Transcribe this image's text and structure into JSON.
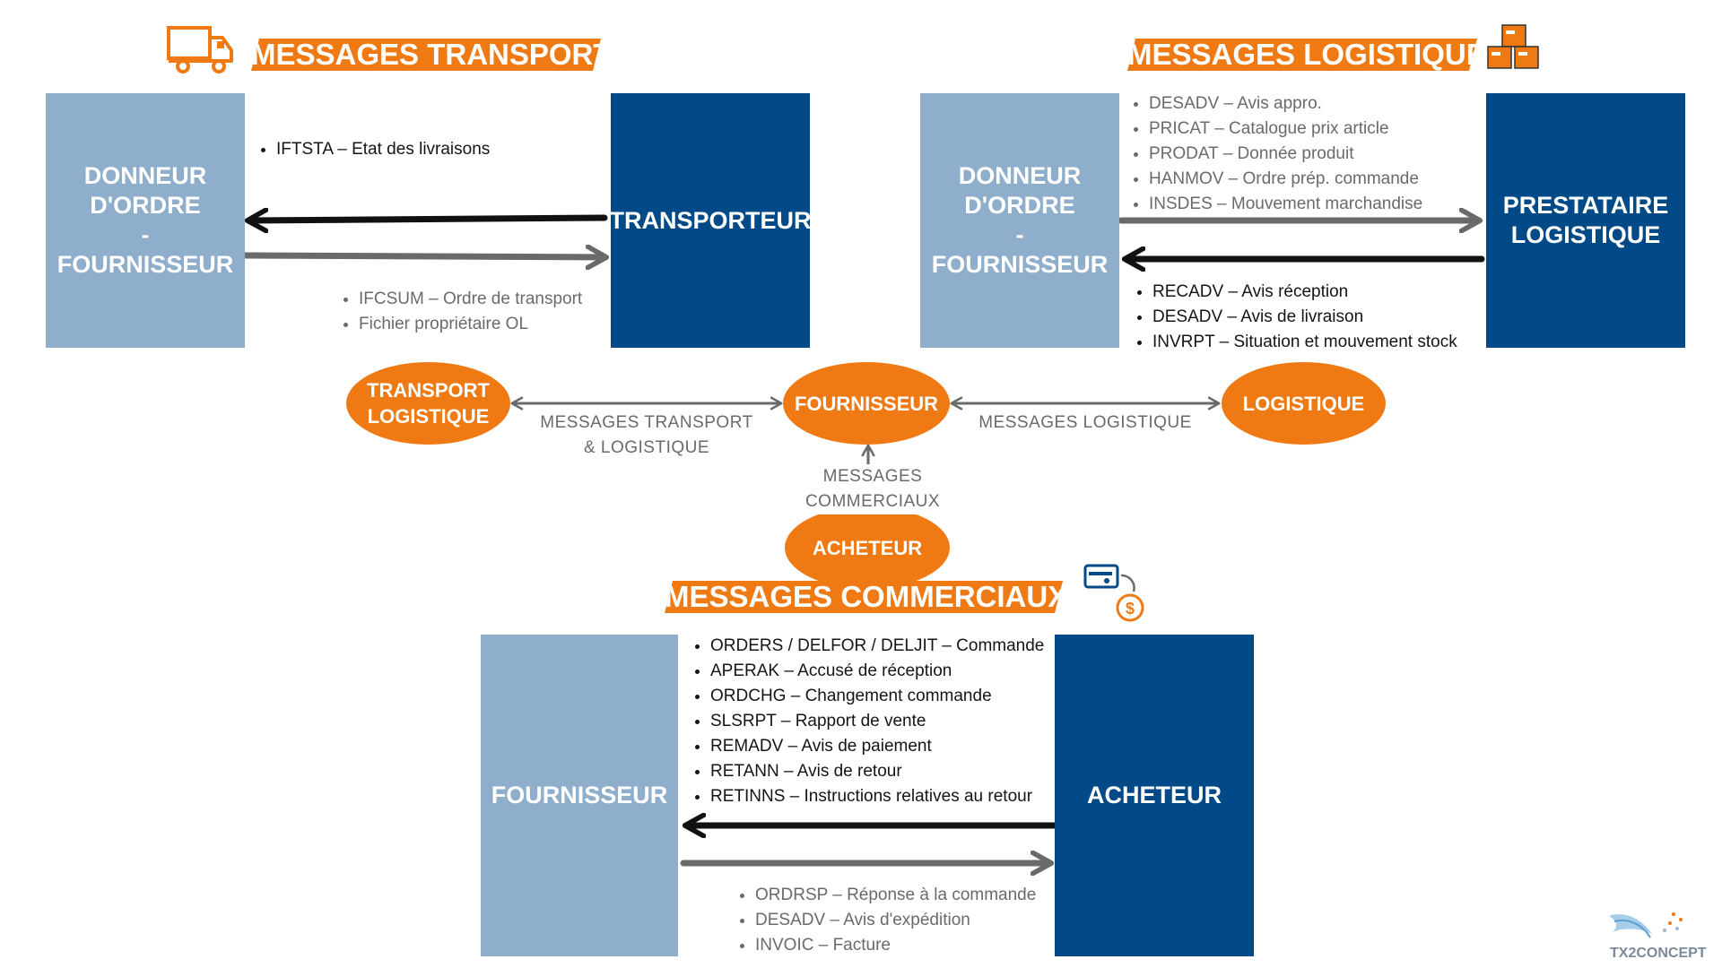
{
  "banners": {
    "transport": "MESSAGES TRANSPORT",
    "logistique": "MESSAGES LOGISTIQUE",
    "commerciaux": "MESSAGES COMMERCIAUX"
  },
  "transport": {
    "left_box": "DONNEUR\nD'ORDRE\n-\nFOURNISSEUR",
    "right_box": "TRANSPORTEUR",
    "top_msgs": [
      "IFTSTA – Etat des livraisons"
    ],
    "bottom_msgs": [
      "IFCSUM – Ordre de transport",
      "Fichier propriétaire OL"
    ]
  },
  "logistique": {
    "left_box": "DONNEUR\nD'ORDRE\n-\nFOURNISSEUR",
    "right_box": "PRESTATAIRE\nLOGISTIQUE",
    "top_msgs": [
      "DESADV – Avis appro.",
      "PRICAT – Catalogue prix article",
      "PRODAT – Donnée produit",
      "HANMOV – Ordre prép. commande",
      "INSDES – Mouvement marchandise"
    ],
    "bottom_msgs": [
      "RECADV – Avis réception",
      "DESADV – Avis de livraison",
      "INVRPT – Situation et mouvement stock"
    ]
  },
  "hub": {
    "transport_oval": "TRANSPORT\nLOGISTIQUE",
    "center_oval": "FOURNISSEUR",
    "logistique_oval": "LOGISTIQUE",
    "acheteur_oval": "ACHETEUR",
    "label_transport": "MESSAGES  TRANSPORT\n& LOGISTIQUE",
    "label_logistique": "MESSAGES  LOGISTIQUE",
    "label_commerciaux": "MESSAGES  COMMERCIAUX"
  },
  "commerciaux": {
    "left_box": "FOURNISSEUR",
    "right_box": "ACHETEUR",
    "top_msgs": [
      "ORDERS / DELFOR / DELJIT – Commande",
      "APERAK – Accusé de réception",
      "ORDCHG – Changement commande",
      "SLSRPT – Rapport de vente",
      "REMADV – Avis de paiement",
      "RETANN – Avis de retour",
      "RETINNS – Instructions relatives au retour"
    ],
    "bottom_msgs": [
      "ORDRSP – Réponse à la commande",
      "DESADV – Avis d'expédition",
      "INVOIC – Facture"
    ]
  },
  "logo": {
    "name": "TX2CONCEPT"
  },
  "icons": {
    "transport": "truck-icon",
    "logistique": "boxes-icon",
    "commerciaux": "payment-card-icon"
  },
  "colors": {
    "orange": "#ef7a14",
    "dark_blue": "#024a87",
    "light_blue": "#8eaecb",
    "arrow_black": "#111111",
    "arrow_grey": "#6a6a6a"
  }
}
